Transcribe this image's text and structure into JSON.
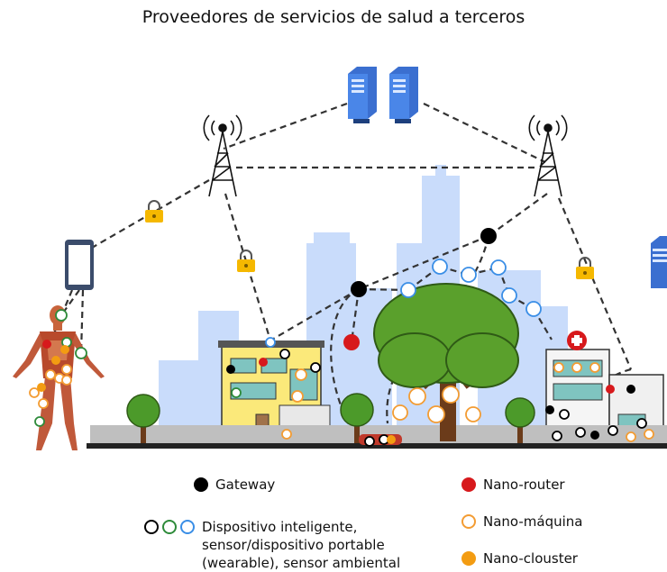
{
  "title": "Proveedores de servicios de salud a terceros",
  "colors": {
    "gateway": "#000000",
    "nano_router": "#d7191c",
    "nano_machine": "#f39c33",
    "nano_cluster": "#f39c12",
    "device_black": "#000000",
    "device_green": "#2e8b3a",
    "device_blue": "#3a8ee6",
    "server": "#3b6fd0",
    "skyline": "#c9dcfb",
    "tree": "#5aa02c",
    "lock": "#f5b800"
  },
  "legend": {
    "gateway": "Gateway",
    "nano_router": "Nano-router",
    "device": "Dispositivo inteligente,\nsensor/dispositivo portable\n(wearable), sensor ambiental",
    "nano_machine": "Nano-máquina",
    "nano_cluster": "Nano-clouster"
  },
  "icons": [
    "server-icon",
    "cell-tower-icon",
    "lock-icon",
    "smartphone-icon",
    "human-body-icon",
    "house-icon",
    "hospital-icon",
    "tree-icon",
    "car-icon"
  ]
}
